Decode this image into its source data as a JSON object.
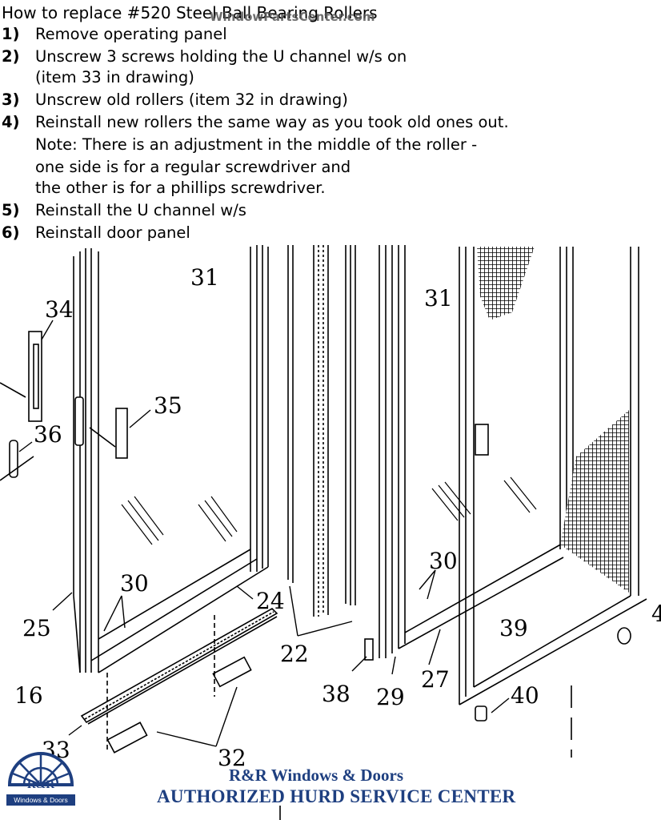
{
  "header": {
    "title": "How to replace #520 Steel Ball Bearing Rollers",
    "watermark": "WindowPartsCenter.com"
  },
  "steps": [
    {
      "num": "1)",
      "text": "Remove operating panel"
    },
    {
      "num": "2)",
      "text": "Unscrew 3 screws holding the U channel w/s on",
      "sub": [
        "(item 33 in drawing)"
      ]
    },
    {
      "num": "3)",
      "text": "Unscrew old rollers (item 32 in drawing)"
    },
    {
      "num": "4)",
      "text": "Reinstall new rollers the same way as you took old ones out.",
      "sub": [
        "Note:  There is an adjustment in the middle of the roller -",
        "one side is for a regular screwdriver and",
        "the other is for a phillips screwdriver."
      ]
    },
    {
      "num": "5)",
      "text": "Reinstall the U channel w/s"
    },
    {
      "num": "6)",
      "text": "Reinstall door panel"
    }
  ],
  "drawing": {
    "callouts": [
      "31",
      "34",
      "35",
      "36",
      "30",
      "24",
      "25",
      "16",
      "33",
      "32",
      "22",
      "38",
      "29",
      "27",
      "31",
      "30",
      "39",
      "40",
      "4"
    ]
  },
  "footer": {
    "shop_name": "R&R Windows & Doors",
    "center_name": "AUTHORIZED HURD SERVICE CENTER",
    "logo_text": "R&R",
    "logo_subtext": "Windows & Doors"
  },
  "colors": {
    "brand": "#1e3f80",
    "ink": "#000000"
  }
}
